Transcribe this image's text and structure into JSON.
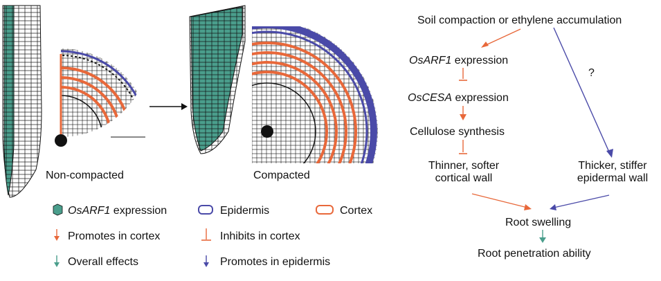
{
  "panels": {
    "left_caption": "Non-compacted",
    "right_caption": "Compacted"
  },
  "flow": {
    "top": "Soil compaction or ethylene accumulation",
    "osarf1_gene": "OsARF1",
    "osarf1_suffix": " expression",
    "oscesa_gene": "OsCESA",
    "oscesa_suffix": " expression",
    "cellulose": "Cellulose synthesis",
    "thinner_line1": "Thinner, softer",
    "thinner_line2": "cortical wall",
    "thicker_line1": "Thicker, stiffer",
    "thicker_line2": "epidermal wall",
    "question": "?",
    "swelling": "Root swelling",
    "penetration": "Root penetration ability"
  },
  "legend": {
    "osarf1_gene": "OsARF1",
    "osarf1_suffix": " expression",
    "epidermis": "Epidermis",
    "cortex": "Cortex",
    "promotes_cortex": "Promotes in cortex",
    "inhibits_cortex": "Inhibits in cortex",
    "overall": "Overall effects",
    "promotes_epidermis": "Promotes in epidermis"
  },
  "colors": {
    "teal": "#4a9e8c",
    "orange": "#e8683a",
    "purple": "#4a4aa8",
    "black": "#111111"
  },
  "icons": {
    "osarf1": "teal-hexagon-icon",
    "epidermis": "purple-cell-outline-icon",
    "cortex": "orange-cell-outline-icon",
    "promotes": "down-arrow-icon",
    "inhibits": "inhibition-bar-icon"
  }
}
